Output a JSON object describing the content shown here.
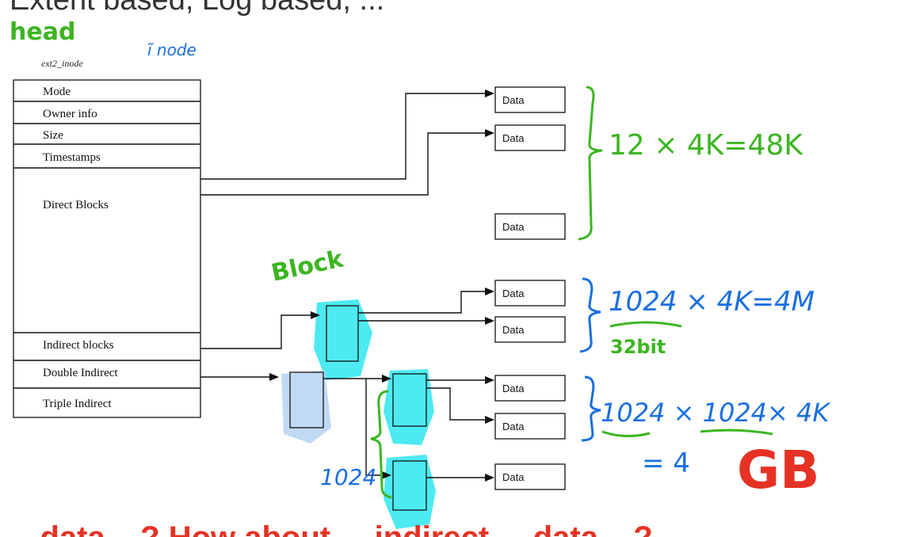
{
  "header_text": "Extent based, Log based, ...",
  "inode": {
    "caption": "ext2_inode",
    "fields": [
      "Mode",
      "Owner info",
      "Size",
      "Timestamps",
      "Direct Blocks",
      "Indirect blocks",
      "Double Indirect",
      "Triple Indirect"
    ]
  },
  "data_label": "Data",
  "annotations": {
    "head": "head",
    "inode_hand": "ĩ node",
    "block": "Block",
    "direct_calc": "12  × 4K=48K",
    "indirect_calc": "1024 × 4K=4M",
    "bit_note": "32bit",
    "double_calc": "1024  × 1024× 4K",
    "double_result": "= 4",
    "gb": "GB",
    "fan_count": "1024"
  },
  "footer_text": "... data ...? How about ... indirect ... data ...?",
  "colors": {
    "green": "#3cb521",
    "blue": "#1a6fe0",
    "red": "#e53224",
    "cyan_highlight": "#2ee6ee",
    "light_blue_highlight": "#b9d6f2"
  }
}
